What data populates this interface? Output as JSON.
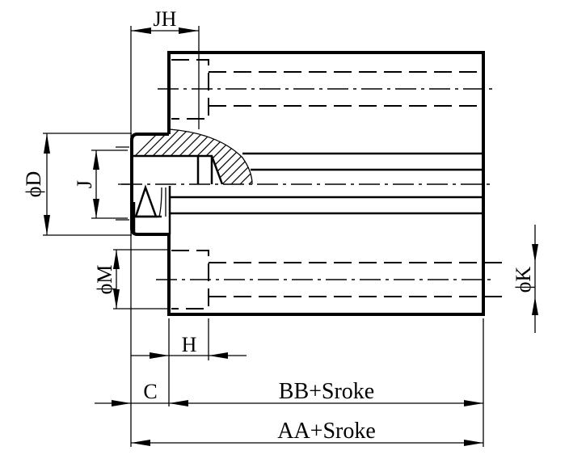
{
  "drawing": {
    "title": "Cylinder mounting dimension drawing",
    "colors": {
      "line": "#000000",
      "background": "#ffffff"
    },
    "dimensions": {
      "JH": "JH",
      "phiD": "ϕD",
      "J": "J",
      "phiM": "ϕM",
      "phiK": "ϕK",
      "H": "H",
      "C": "C",
      "BB": "BB+Sroke",
      "AA": "AA+Sroke"
    }
  }
}
